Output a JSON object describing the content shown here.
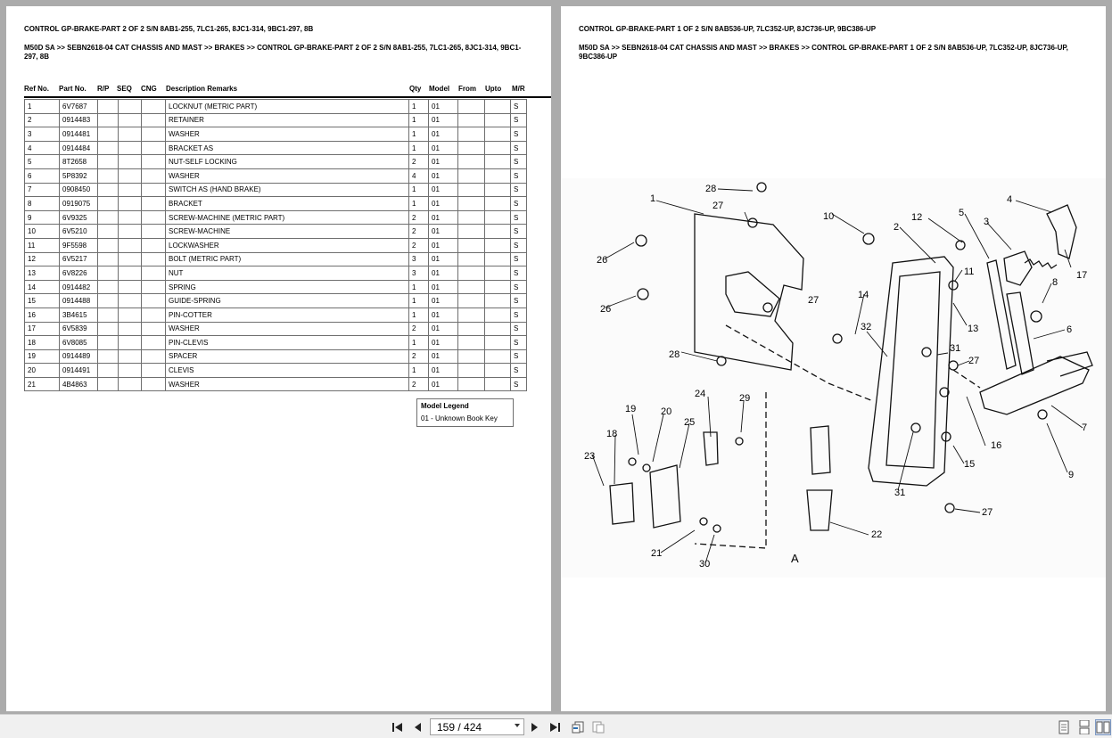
{
  "left_page": {
    "title": "CONTROL GP-BRAKE-PART 2 OF 2 S/N 8AB1-255, 7LC1-265, 8JC1-314, 9BC1-297, 8B",
    "breadcrumb": "M50D SA >> SEBN2618-04 CAT CHASSIS AND MAST >> BRAKES >> CONTROL GP-BRAKE-PART 2 OF 2 S/N 8AB1-255, 7LC1-265, 8JC1-314, 9BC1-297, 8B",
    "columns": [
      "Ref No.",
      "Part No.",
      "R/P",
      "SEQ",
      "CNG",
      "Description Remarks",
      "Qty",
      "Model",
      "From",
      "Upto",
      "M/R"
    ],
    "rows": [
      [
        "1",
        "6V7687",
        "",
        "",
        "",
        "LOCKNUT (METRIC PART)",
        "1",
        "01",
        "",
        "",
        "S"
      ],
      [
        "2",
        "0914483",
        "",
        "",
        "",
        "RETAINER",
        "1",
        "01",
        "",
        "",
        "S"
      ],
      [
        "3",
        "0914481",
        "",
        "",
        "",
        "WASHER",
        "1",
        "01",
        "",
        "",
        "S"
      ],
      [
        "4",
        "0914484",
        "",
        "",
        "",
        "BRACKET AS",
        "1",
        "01",
        "",
        "",
        "S"
      ],
      [
        "5",
        "8T2658",
        "",
        "",
        "",
        "NUT-SELF LOCKING",
        "2",
        "01",
        "",
        "",
        "S"
      ],
      [
        "6",
        "5P8392",
        "",
        "",
        "",
        "WASHER",
        "4",
        "01",
        "",
        "",
        "S"
      ],
      [
        "7",
        "0908450",
        "",
        "",
        "",
        "SWITCH AS (HAND BRAKE)",
        "1",
        "01",
        "",
        "",
        "S"
      ],
      [
        "8",
        "0919075",
        "",
        "",
        "",
        "BRACKET",
        "1",
        "01",
        "",
        "",
        "S"
      ],
      [
        "9",
        "6V9325",
        "",
        "",
        "",
        "SCREW-MACHINE (METRIC PART)",
        "2",
        "01",
        "",
        "",
        "S"
      ],
      [
        "10",
        "6V5210",
        "",
        "",
        "",
        "SCREW-MACHINE",
        "2",
        "01",
        "",
        "",
        "S"
      ],
      [
        "11",
        "9F5598",
        "",
        "",
        "",
        "LOCKWASHER",
        "2",
        "01",
        "",
        "",
        "S"
      ],
      [
        "12",
        "6V5217",
        "",
        "",
        "",
        "BOLT (METRIC PART)",
        "3",
        "01",
        "",
        "",
        "S"
      ],
      [
        "13",
        "6V8226",
        "",
        "",
        "",
        "NUT",
        "3",
        "01",
        "",
        "",
        "S"
      ],
      [
        "14",
        "0914482",
        "",
        "",
        "",
        "SPRING",
        "1",
        "01",
        "",
        "",
        "S"
      ],
      [
        "15",
        "0914488",
        "",
        "",
        "",
        "GUIDE-SPRING",
        "1",
        "01",
        "",
        "",
        "S"
      ],
      [
        "16",
        "3B4615",
        "",
        "",
        "",
        "PIN-COTTER",
        "1",
        "01",
        "",
        "",
        "S"
      ],
      [
        "17",
        "6V5839",
        "",
        "",
        "",
        "WASHER",
        "2",
        "01",
        "",
        "",
        "S"
      ],
      [
        "18",
        "6V8085",
        "",
        "",
        "",
        "PIN-CLEVIS",
        "1",
        "01",
        "",
        "",
        "S"
      ],
      [
        "19",
        "0914489",
        "",
        "",
        "",
        "SPACER",
        "2",
        "01",
        "",
        "",
        "S"
      ],
      [
        "20",
        "0914491",
        "",
        "",
        "",
        "CLEVIS",
        "1",
        "01",
        "",
        "",
        "S"
      ],
      [
        "21",
        "4B4863",
        "",
        "",
        "",
        "WASHER",
        "2",
        "01",
        "",
        "",
        "S"
      ]
    ],
    "legend_title": "Model Legend",
    "legend_entry": "01 - Unknown Book Key"
  },
  "right_page": {
    "title": "CONTROL GP-BRAKE-PART 1 OF 2 S/N 8AB536-UP, 7LC352-UP, 8JC736-UP, 9BC386-UP",
    "breadcrumb": "M50D SA >> SEBN2618-04 CAT CHASSIS AND MAST >> BRAKES >> CONTROL GP-BRAKE-PART 1 OF 2 S/N 8AB536-UP, 7LC352-UP, 8JC736-UP, 9BC386-UP",
    "callouts": [
      "28",
      "1",
      "27",
      "26",
      "26",
      "27",
      "28",
      "10",
      "2",
      "12",
      "5",
      "3",
      "4",
      "17",
      "8",
      "6",
      "7",
      "9",
      "11",
      "13",
      "14",
      "32",
      "31",
      "27",
      "16",
      "15",
      "31",
      "27",
      "22",
      "24",
      "29",
      "19",
      "20",
      "25",
      "18",
      "23",
      "21",
      "30",
      "A"
    ]
  },
  "toolbar": {
    "page_indicator": "159 / 424",
    "icons": [
      "first-page-icon",
      "previous-page-icon",
      "next-page-icon",
      "last-page-icon",
      "go-back-icon",
      "go-forward-icon",
      "single-page-view-icon",
      "continuous-view-icon",
      "facing-pages-view-icon"
    ]
  }
}
